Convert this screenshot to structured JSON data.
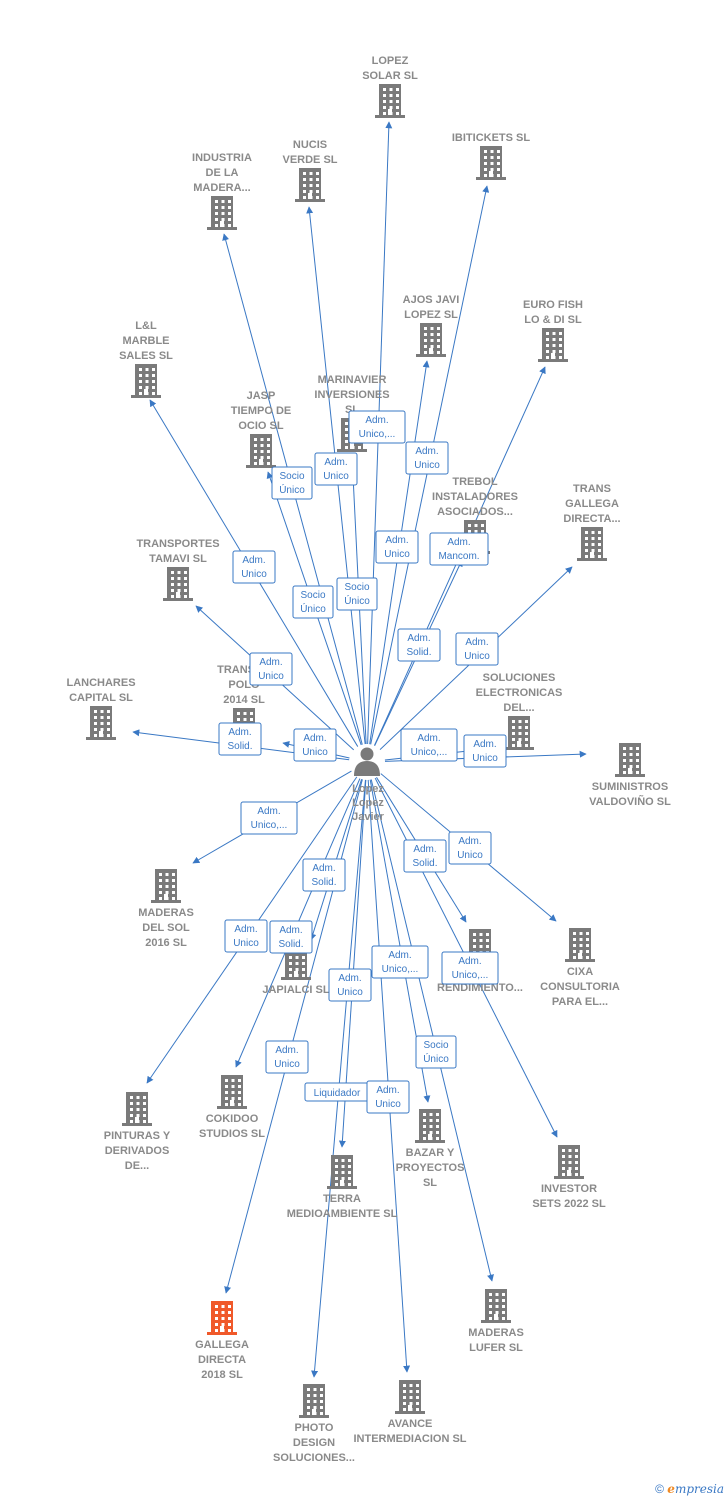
{
  "person": {
    "name_lines": [
      "Lopez",
      "Lopez",
      "Javier"
    ]
  },
  "colors": {
    "edge": "#3a78c4",
    "building": "#7a7a7a",
    "building_highlight": "#f0592a",
    "label": "#8a8a8a"
  },
  "companies": [
    {
      "id": "lopez-solar",
      "lines": [
        "LOPEZ",
        "SOLAR SL"
      ],
      "highlight": false
    },
    {
      "id": "ibitickets",
      "lines": [
        "IBITICKETS  SL"
      ],
      "highlight": false
    },
    {
      "id": "nucis-verde",
      "lines": [
        "NUCIS",
        "VERDE  SL"
      ],
      "highlight": false
    },
    {
      "id": "industria-madera",
      "lines": [
        "INDUSTRIA",
        "DE LA",
        "MADERA..."
      ],
      "highlight": false
    },
    {
      "id": "ajos-javi",
      "lines": [
        "AJOS JAVI",
        "LOPEZ  SL"
      ],
      "highlight": false
    },
    {
      "id": "euro-fish",
      "lines": [
        "EURO FISH",
        "LO & DI SL"
      ],
      "highlight": false
    },
    {
      "id": "lmarble",
      "lines": [
        "L&L",
        "MARBLE",
        "SALES  SL"
      ],
      "highlight": false
    },
    {
      "id": "marinavier",
      "lines": [
        "MARINAVIER",
        "INVERSIONES",
        "SL"
      ],
      "highlight": false
    },
    {
      "id": "jasp",
      "lines": [
        "JASP",
        "TIEMPO DE",
        "OCIO  SL"
      ],
      "highlight": false
    },
    {
      "id": "trebol",
      "lines": [
        "TREBOL",
        "INSTALADORES",
        "ASOCIADOS..."
      ],
      "highlight": false
    },
    {
      "id": "trans-gallega",
      "lines": [
        "TRANS",
        "GALLEGA",
        "DIRECTA..."
      ],
      "highlight": false
    },
    {
      "id": "tamavi",
      "lines": [
        "TRANSPORTES",
        "TAMAVI SL"
      ],
      "highlight": false
    },
    {
      "id": "soluciones-elec",
      "lines": [
        "SOLUCIONES",
        "ELECTRONICAS",
        "DEL..."
      ],
      "highlight": false
    },
    {
      "id": "lanchares",
      "lines": [
        "LANCHARES",
        "CAPITAL  SL"
      ],
      "highlight": false
    },
    {
      "id": "transpolo",
      "lines": [
        "TRANSPO",
        "POLO",
        "2014  SL"
      ],
      "highlight": false
    },
    {
      "id": "suministros",
      "lines": [
        "SUMINISTROS",
        "VALDOVIÑO  SL"
      ],
      "highlight": false
    },
    {
      "id": "maderas-sol",
      "lines": [
        "MADERAS",
        "DEL SOL",
        "2016  SL"
      ],
      "highlight": false
    },
    {
      "id": "cixa",
      "lines": [
        "CIXA",
        "CONSULTORIA",
        "PARA EL..."
      ],
      "highlight": false
    },
    {
      "id": "japialci",
      "lines": [
        "JAPIALCI  SL"
      ],
      "highlight": false
    },
    {
      "id": "alto-rend",
      "lines": [
        "ALTO",
        "RENDIMIENTO..."
      ],
      "highlight": false
    },
    {
      "id": "pinturas",
      "lines": [
        "PINTURAS Y",
        "DERIVADOS",
        "DE..."
      ],
      "highlight": false
    },
    {
      "id": "cokidoo",
      "lines": [
        "COKIDOO",
        "STUDIOS  SL"
      ],
      "highlight": false
    },
    {
      "id": "bazar",
      "lines": [
        "BAZAR Y",
        "PROYECTOS",
        "SL"
      ],
      "highlight": false
    },
    {
      "id": "investor",
      "lines": [
        "INVESTOR",
        "SETS 2022  SL"
      ],
      "highlight": false
    },
    {
      "id": "terra",
      "lines": [
        "TERRA",
        "MEDIOAMBIENTE SL"
      ],
      "highlight": false
    },
    {
      "id": "gallega-directa",
      "lines": [
        "GALLEGA",
        "DIRECTA",
        "2018  SL"
      ],
      "highlight": true
    },
    {
      "id": "maderas-lufer",
      "lines": [
        "MADERAS",
        "LUFER  SL"
      ],
      "highlight": false
    },
    {
      "id": "photo-design",
      "lines": [
        "PHOTO",
        "DESIGN",
        "SOLUCIONES..."
      ],
      "highlight": false
    },
    {
      "id": "avance",
      "lines": [
        "AVANCE",
        "INTERMEDIACION SL"
      ],
      "highlight": false
    }
  ],
  "roles": [
    {
      "id": "r1",
      "lines": [
        "Adm.",
        "Unico,..."
      ]
    },
    {
      "id": "r2",
      "lines": [
        "Adm.",
        "Unico"
      ]
    },
    {
      "id": "r3",
      "lines": [
        "Adm.",
        "Unico"
      ]
    },
    {
      "id": "r4",
      "lines": [
        "Socio",
        "Único"
      ]
    },
    {
      "id": "r5",
      "lines": [
        "Adm.",
        "Unico"
      ]
    },
    {
      "id": "r6",
      "lines": [
        "Adm.",
        "Mancom."
      ]
    },
    {
      "id": "r7",
      "lines": [
        "Adm.",
        "Unico"
      ]
    },
    {
      "id": "r8",
      "lines": [
        "Socio",
        "Único"
      ]
    },
    {
      "id": "r9",
      "lines": [
        "Socio",
        "Único"
      ]
    },
    {
      "id": "r10",
      "lines": [
        "Adm.",
        "Solid."
      ]
    },
    {
      "id": "r11",
      "lines": [
        "Adm.",
        "Unico"
      ]
    },
    {
      "id": "r12",
      "lines": [
        "Adm.",
        "Unico"
      ]
    },
    {
      "id": "r13",
      "lines": [
        "Adm.",
        "Unico"
      ]
    },
    {
      "id": "r14",
      "lines": [
        "Adm.",
        "Solid."
      ]
    },
    {
      "id": "r15",
      "lines": [
        "Adm.",
        "Unico,..."
      ]
    },
    {
      "id": "r16",
      "lines": [
        "Adm.",
        "Unico"
      ]
    },
    {
      "id": "r17",
      "lines": [
        "Adm.",
        "Unico,..."
      ]
    },
    {
      "id": "r18",
      "lines": [
        "Adm.",
        "Solid."
      ]
    },
    {
      "id": "r19",
      "lines": [
        "Adm.",
        "Unico"
      ]
    },
    {
      "id": "r20",
      "lines": [
        "Adm.",
        "Solid."
      ]
    },
    {
      "id": "r21",
      "lines": [
        "Adm.",
        "Unico"
      ]
    },
    {
      "id": "r22",
      "lines": [
        "Adm.",
        "Solid."
      ]
    },
    {
      "id": "r23",
      "lines": [
        "Adm.",
        "Unico"
      ]
    },
    {
      "id": "r24",
      "lines": [
        "Adm.",
        "Unico,..."
      ]
    },
    {
      "id": "r25",
      "lines": [
        "Adm.",
        "Unico,..."
      ]
    },
    {
      "id": "r26",
      "lines": [
        "Adm.",
        "Unico"
      ]
    },
    {
      "id": "r27",
      "lines": [
        "Socio",
        "Único"
      ]
    },
    {
      "id": "r28",
      "lines": [
        "Liquidador"
      ]
    },
    {
      "id": "r29",
      "lines": [
        "Adm.",
        "Unico"
      ]
    }
  ],
  "footer": {
    "copyright": "©",
    "brand_e": "e",
    "brand_rest": "mpresia"
  }
}
